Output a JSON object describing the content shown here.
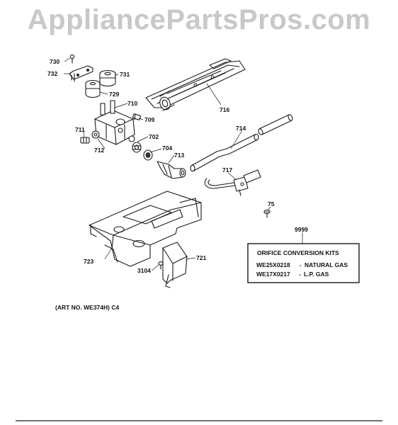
{
  "watermark": "AppliancePartsPros.com",
  "callouts": {
    "p730": "730",
    "p732": "732",
    "p731": "731",
    "p729": "729",
    "p716": "716",
    "p710": "710",
    "p709": "709",
    "p711": "711",
    "p702": "702",
    "p712": "712",
    "p704": "704",
    "p713": "713",
    "p714": "714",
    "p717": "717",
    "p75": "75",
    "p9999": "9999",
    "p723": "723",
    "p721": "721",
    "p3104": "3104"
  },
  "kit": {
    "title": "ORIFICE CONVERSION KITS",
    "line1_part": "WE25X0218",
    "line1_desc": "NATURAL GAS",
    "line2_part": "WE17X0217",
    "line2_desc": "L.P. GAS",
    "separator": "-"
  },
  "art_number": "(ART NO. WE374H) C4"
}
